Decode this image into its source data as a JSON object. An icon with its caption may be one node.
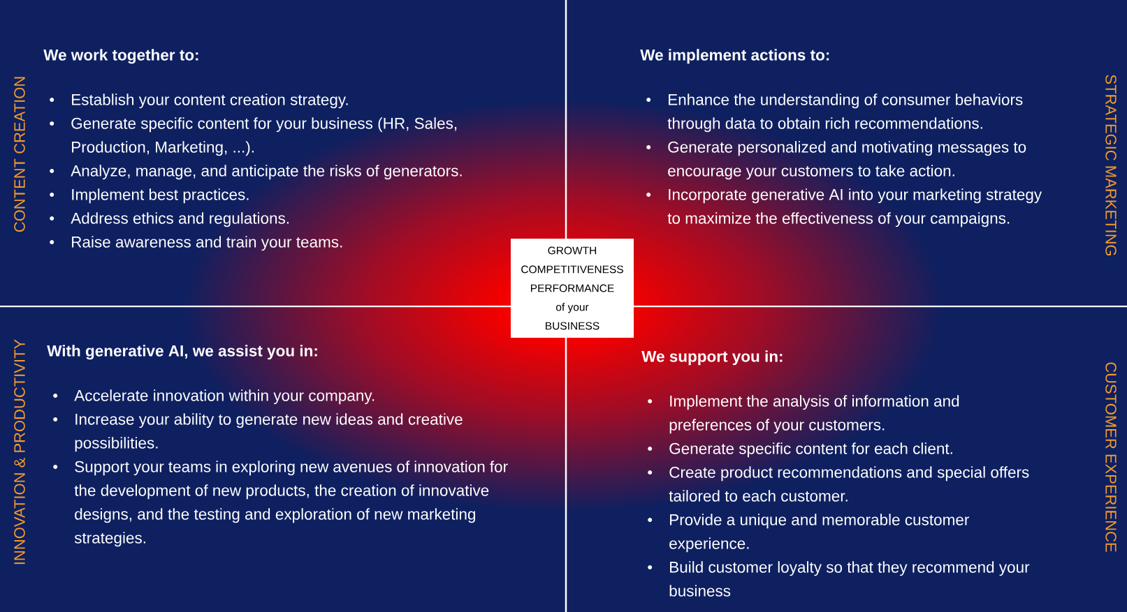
{
  "diagram": {
    "nodes": [
      {
        "text": [
          "CONTENT CREATION",
          "We work together to:",
          "Establish your content creation strategy.",
          "Generate specific content for your business (HR, Sales, Production, Marketing, ...).",
          "Analyze, manage, and anticipate the risks of generators.",
          "Implement best practices.",
          "Address ethics and regulations.",
          "Raise awareness and train your teams."
        ]
      },
      {
        "text": [
          "STRATEGIC MARKETING",
          "We implement actions to:",
          "Enhance the understanding of consumer behaviors through data to obtain rich recommendations.",
          "Generate personalized and motivating messages to encourage your customers to take action.",
          "Incorporate generative AI into your marketing strategy to maximize the effectiveness of your campaigns."
        ]
      },
      {
        "text": [
          "INNOVATION & PRODUCTIVITY",
          "With generative AI, we assist you in:",
          "Accelerate innovation within your company.",
          "Increase your ability to generate new ideas and creative possibilities.",
          "Support your teams in exploring new avenues of innovation for the development of new products, the creation of innovative designs, and the testing and exploration of new marketing strategies."
        ]
      },
      {
        "text": [
          "CUSTOMER EXPERIENCE",
          "We support you in:",
          "Implement the analysis of information and preferences of your customers.",
          "Generate specific content for each client.",
          "Create product recommendations and special offers tailored to each customer.",
          "Provide a unique and memorable customer experience.",
          "Build customer loyalty so that they recommend your business"
        ]
      },
      {
        "text": [
          "GROWTH",
          "COMPETITIVENESS",
          "PERFORMANCE",
          "of your",
          "BUSINESS"
        ]
      }
    ]
  }
}
